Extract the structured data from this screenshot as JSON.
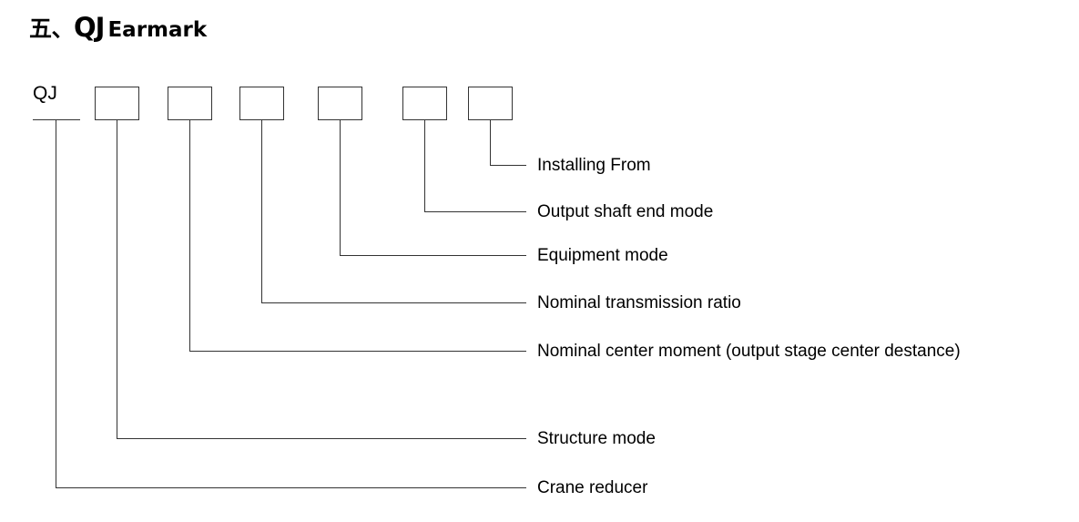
{
  "title": {
    "section_number": "五、",
    "code_prefix": "QJ",
    "word": "Earmark",
    "full": "五、QJ Earmark"
  },
  "diagram": {
    "prefix_label": "QJ",
    "box_count": 6,
    "line_color": "#333333",
    "text_color": "#000000",
    "background": "#ffffff",
    "boxes": [
      {
        "id": "box-1",
        "value": ""
      },
      {
        "id": "box-2",
        "value": ""
      },
      {
        "id": "box-3",
        "value": ""
      },
      {
        "id": "box-4",
        "value": ""
      },
      {
        "id": "box-5",
        "value": ""
      },
      {
        "id": "box-6",
        "value": ""
      }
    ],
    "callouts": [
      {
        "id": "callout-installing-form",
        "label": "Installing From"
      },
      {
        "id": "callout-output-shaft-end-mode",
        "label": "Output shaft end mode"
      },
      {
        "id": "callout-equipment-mode",
        "label": "Equipment mode"
      },
      {
        "id": "callout-nominal-transmission-ratio",
        "label": "Nominal transmission ratio"
      },
      {
        "id": "callout-nominal-center-moment",
        "label": "Nominal center moment (output stage center destance)"
      },
      {
        "id": "callout-structure-mode",
        "label": "Structure mode"
      },
      {
        "id": "callout-crane-reducer",
        "label": "Crane reducer"
      }
    ]
  }
}
